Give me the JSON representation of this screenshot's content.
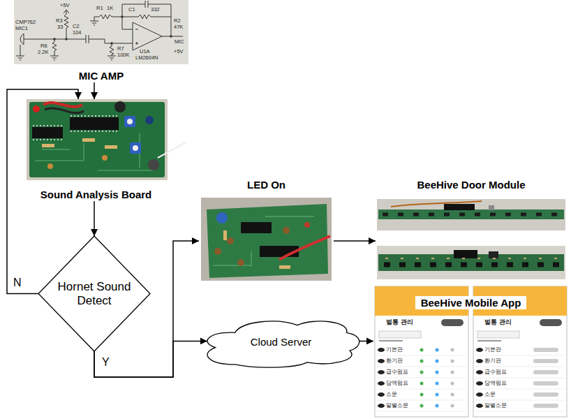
{
  "diagram": {
    "nodes": [
      {
        "text": [
          "MIC AMP"
        ]
      },
      {
        "text": [
          "Sound Analysis Board"
        ]
      },
      {
        "text": [
          "LED On"
        ]
      },
      {
        "text": [
          "BeeHive Door Module"
        ]
      },
      {
        "text": [
          "Hornet Sound Detect"
        ]
      },
      {
        "text": [
          "BeeHive Mobile App"
        ]
      },
      {
        "text": [
          "Cloud Server"
        ]
      }
    ],
    "edges": [
      {
        "from": 0,
        "to": 1,
        "arrow": "to"
      },
      {
        "from": 1,
        "to": 4,
        "arrow": "to"
      },
      {
        "from": 4,
        "to": 1,
        "label": "N",
        "arrow": "to"
      },
      {
        "from": 4,
        "to": 2,
        "label": "Y",
        "arrow": "to"
      },
      {
        "from": 4,
        "to": 6,
        "arrow": "to"
      },
      {
        "from": 2,
        "to": 3,
        "arrow": "to"
      },
      {
        "from": 6,
        "to": 5,
        "arrow": "to"
      }
    ],
    "labels": [
      "+5V",
      "R1",
      "1K",
      "C1",
      "332",
      "R2",
      "47K",
      "R3",
      "CMP762",
      "33",
      "C2",
      "MIC1",
      "104",
      "MIC",
      "R6",
      "R7",
      "U1A",
      "+5V",
      "2.2K",
      "100K",
      "LM2604N",
      "벌통 관리",
      "기본판",
      "환기판",
      "급수펌프",
      "당액펌프",
      "소문",
      "말벌소문",
      "벌통 관리",
      "기본판",
      "환기판",
      "급수펌프",
      "당액펌프",
      "소문",
      "말벌소문"
    ]
  }
}
